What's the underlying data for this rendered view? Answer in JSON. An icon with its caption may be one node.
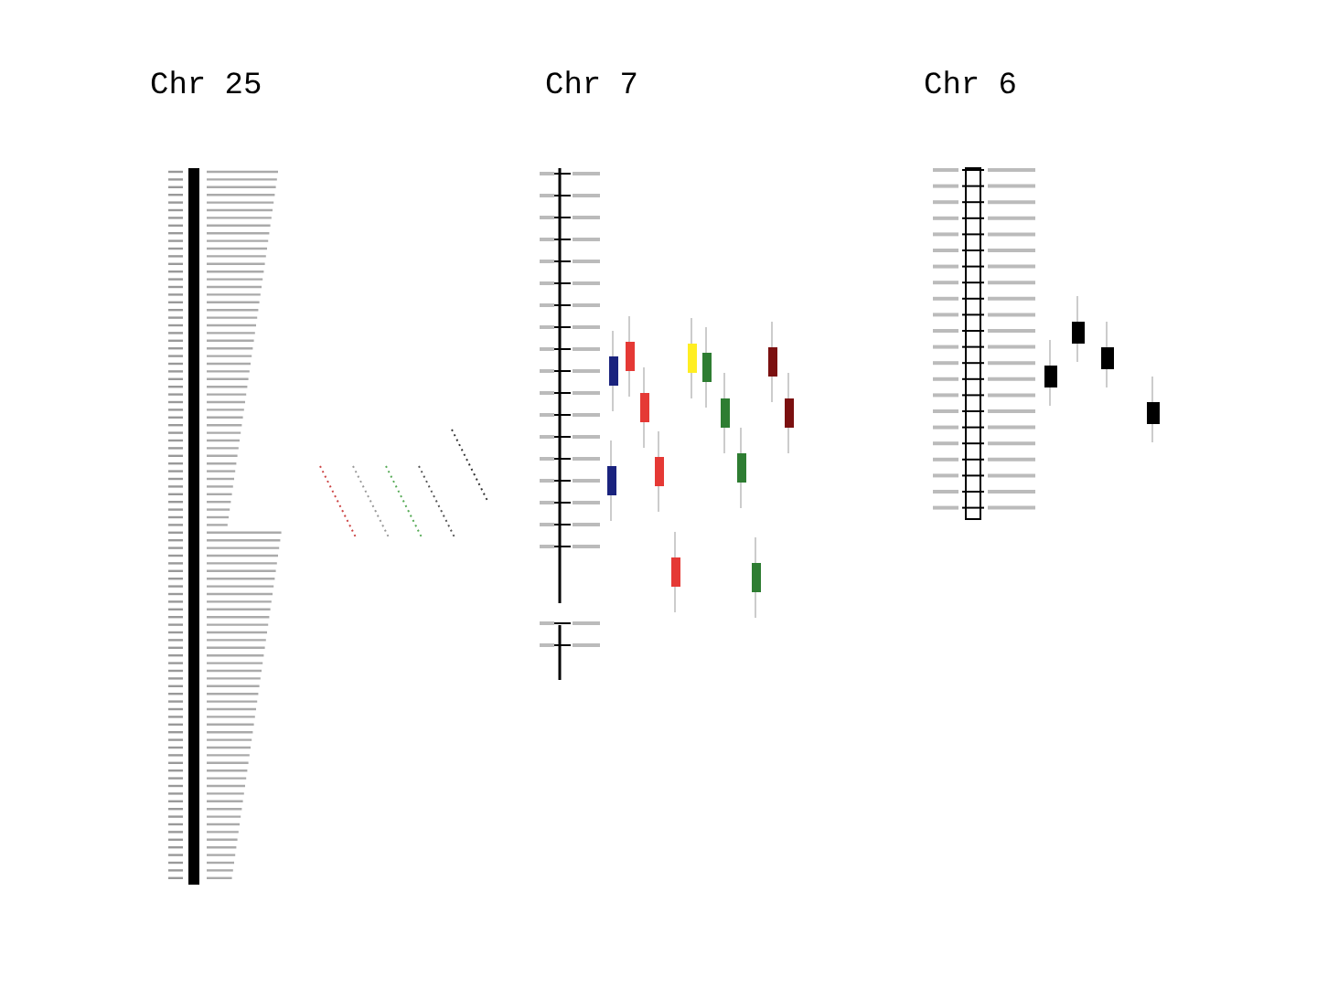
{
  "diagram": {
    "labels": [
      "Chr 25",
      "Chr 7",
      "Chr 6"
    ]
  }
}
